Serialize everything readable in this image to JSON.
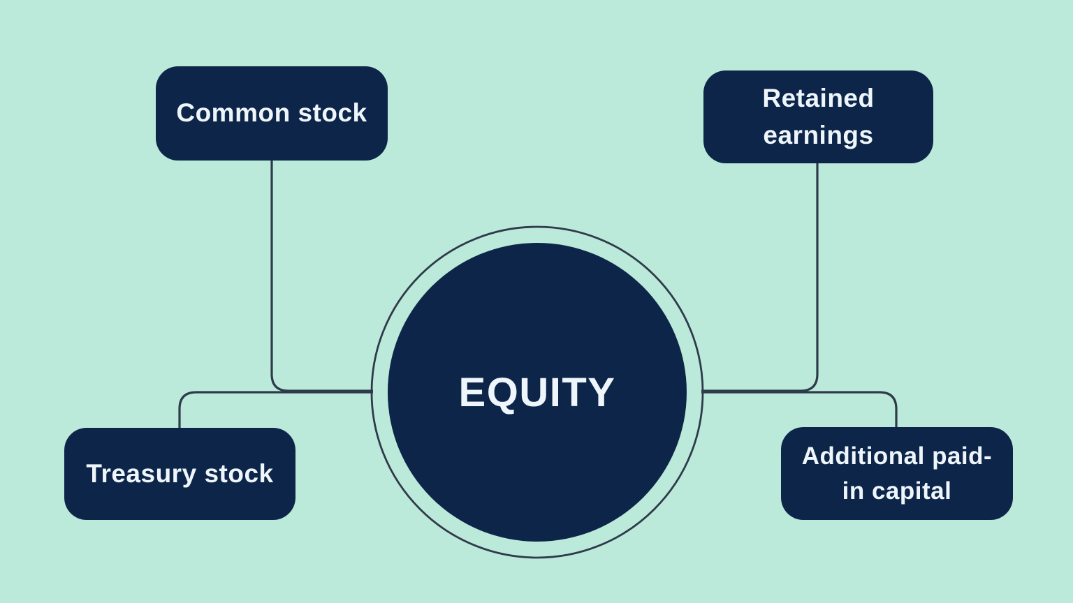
{
  "diagram": {
    "center_label": "EQUITY",
    "nodes": [
      {
        "id": "common-stock",
        "label": "Common stock",
        "position": "top-left"
      },
      {
        "id": "retained-earnings",
        "label": "Retained earnings",
        "position": "top-right"
      },
      {
        "id": "treasury-stock",
        "label": "Treasury stock",
        "position": "bottom-left"
      },
      {
        "id": "additional-paid-in-capital",
        "label": "Additional paid-in capital",
        "position": "bottom-right"
      }
    ],
    "colors": {
      "background": "#bceada",
      "node_fill": "#0d2549",
      "text": "#eff6fb",
      "connector": "#2f3a4a"
    }
  }
}
